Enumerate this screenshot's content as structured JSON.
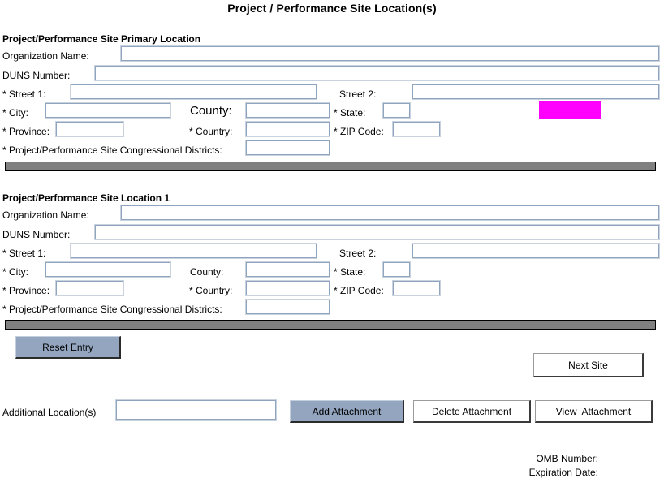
{
  "page": {
    "title": "Project / Performance Site Location(s)"
  },
  "sections": [
    {
      "header": "Project/Performance Site Primary Location",
      "fields": {
        "organization_name_label": "Organization Name:",
        "organization_name_value": "",
        "duns_number_label": "DUNS Number:",
        "duns_number_value": "",
        "street1_label": "* Street 1:",
        "street1_value": "",
        "street2_label": "Street 2:",
        "street2_value": "",
        "city_label": "* City:",
        "city_value": "",
        "county_label": "County:",
        "county_value": "",
        "state_label": "* State:",
        "state_value": "",
        "province_label": "* Province:",
        "province_value": "",
        "country_label": "* Country:",
        "country_value": "",
        "zip_label": "* ZIP Code:",
        "zip_value": "",
        "districts_label": "* Project/Performance Site Congressional Districts:",
        "districts_value": ""
      }
    },
    {
      "header": "Project/Performance Site Location 1",
      "fields": {
        "organization_name_label": "Organization Name:",
        "organization_name_value": "",
        "duns_number_label": "DUNS Number:",
        "duns_number_value": "",
        "street1_label": "* Street 1:",
        "street1_value": "",
        "street2_label": "Street 2:",
        "street2_value": "",
        "city_label": "* City:",
        "city_value": "",
        "county_label": "County:",
        "county_value": "",
        "state_label": "* State:",
        "state_value": "",
        "province_label": "* Province:",
        "province_value": "",
        "country_label": "* Country:",
        "country_value": "",
        "zip_label": "* ZIP Code:",
        "zip_value": "",
        "districts_label": "* Project/Performance Site Congressional Districts:",
        "districts_value": ""
      }
    }
  ],
  "actions": {
    "reset_entry": "Reset Entry",
    "next_site": "Next Site",
    "additional_locations_label": "Additional Location(s)",
    "additional_locations_value": "",
    "add_attachment": "Add Attachment",
    "delete_attachment": "Delete Attachment",
    "view_attachment": "View  Attachment"
  },
  "footer": {
    "omb_number_label": "OMB Number:",
    "omb_number_value": "",
    "expiration_date_label": "Expiration Date:",
    "expiration_date_value": ""
  },
  "colors": {
    "button_fill": "#93a5bf",
    "divider": "#808080",
    "highlight": "#ff00ff",
    "field_border": "#8fa5bf"
  }
}
